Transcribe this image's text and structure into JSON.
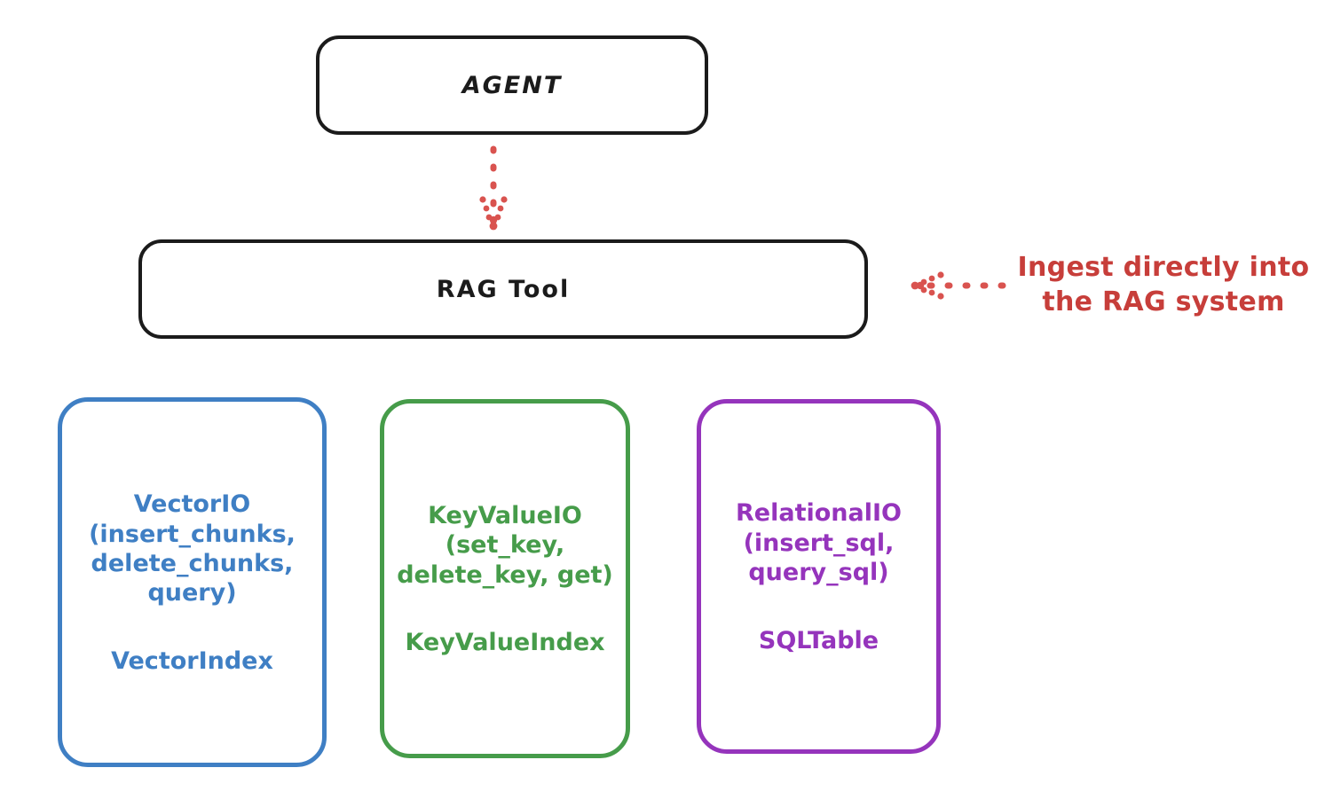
{
  "diagram": {
    "title_nodes": {
      "agent": {
        "label": "AGENT"
      },
      "rag_tool": {
        "label": "RAG Tool"
      }
    },
    "stores": [
      {
        "id": "vector",
        "api": "VectorIO\n(insert_chunks,\ndelete_chunks,\nquery)",
        "index": "VectorIndex",
        "color": "#3f7fc4"
      },
      {
        "id": "keyvalue",
        "api": "KeyValueIO\n(set_key,\ndelete_key, get)",
        "index": "KeyValueIndex",
        "color": "#469c4a"
      },
      {
        "id": "relational",
        "api": "RelationalIO\n(insert_sql,\nquery_sql)",
        "index": "SQLTable",
        "color": "#9534bc"
      }
    ],
    "annotation": {
      "text": "Ingest directly into\nthe RAG system",
      "color": "#c73e3a"
    },
    "connectors": {
      "agent_to_rag": "dotted-down-arrow",
      "annotation_to_rag": "dotted-left-arrow"
    }
  }
}
